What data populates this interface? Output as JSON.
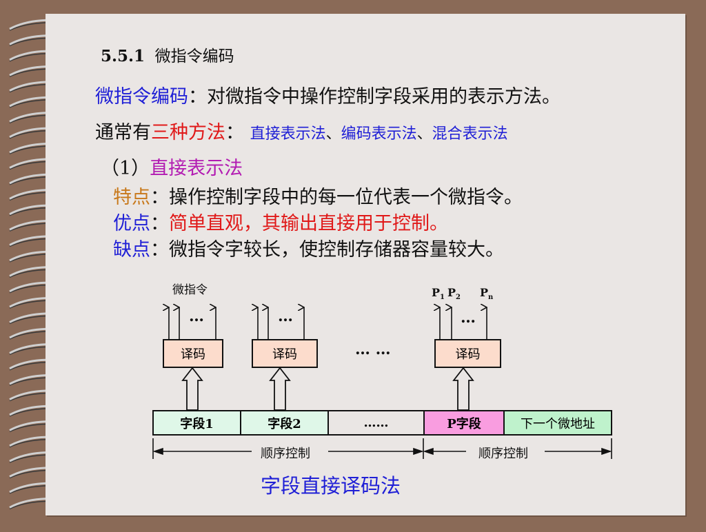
{
  "heading": {
    "number": "5.5.1",
    "title": "微指令编码"
  },
  "definition": {
    "term": "微指令编码",
    "colon": "：",
    "text": "对微指令中操作控制字段采用的表示方法。"
  },
  "methods": {
    "prefix": "通常有",
    "label": "三种方法",
    "colon": "：",
    "m1": "直接表示法",
    "sep1": "、",
    "m2": "编码表示法",
    "sep2": "、",
    "m3": "混合表示法"
  },
  "section1": {
    "label": "（1）",
    "title": "直接表示法"
  },
  "features": {
    "label": "特点",
    "colon": "：",
    "text": "操作控制字段中的每一位代表一个微指令。"
  },
  "advantages": {
    "label": "优点",
    "colon": "：",
    "text": "简单直观，其输出直接用于控制。"
  },
  "disadvantages": {
    "label": "缺点",
    "colon": "：",
    "text": "微指令字较长，使控制存储器容量较大。"
  },
  "diagram": {
    "micro_label": "微指令",
    "dots": "…",
    "mid_dots": "… …",
    "decoder_label": "译码",
    "p1": "P",
    "p1_sub": "1",
    "p2": "P",
    "p2_sub": "2",
    "pn": "P",
    "pn_sub": "n",
    "fields": [
      "字段1",
      "字段2",
      "……",
      "P字段",
      "下一个微地址"
    ],
    "seq_control": "顺序控制",
    "caption": "字段直接译码法"
  },
  "colors": {
    "field_fill": "#dff7e8",
    "p_field_fill": "#f99de0",
    "next_addr_fill": "#bff2cc",
    "decoder_fill": "#fcdccc"
  }
}
